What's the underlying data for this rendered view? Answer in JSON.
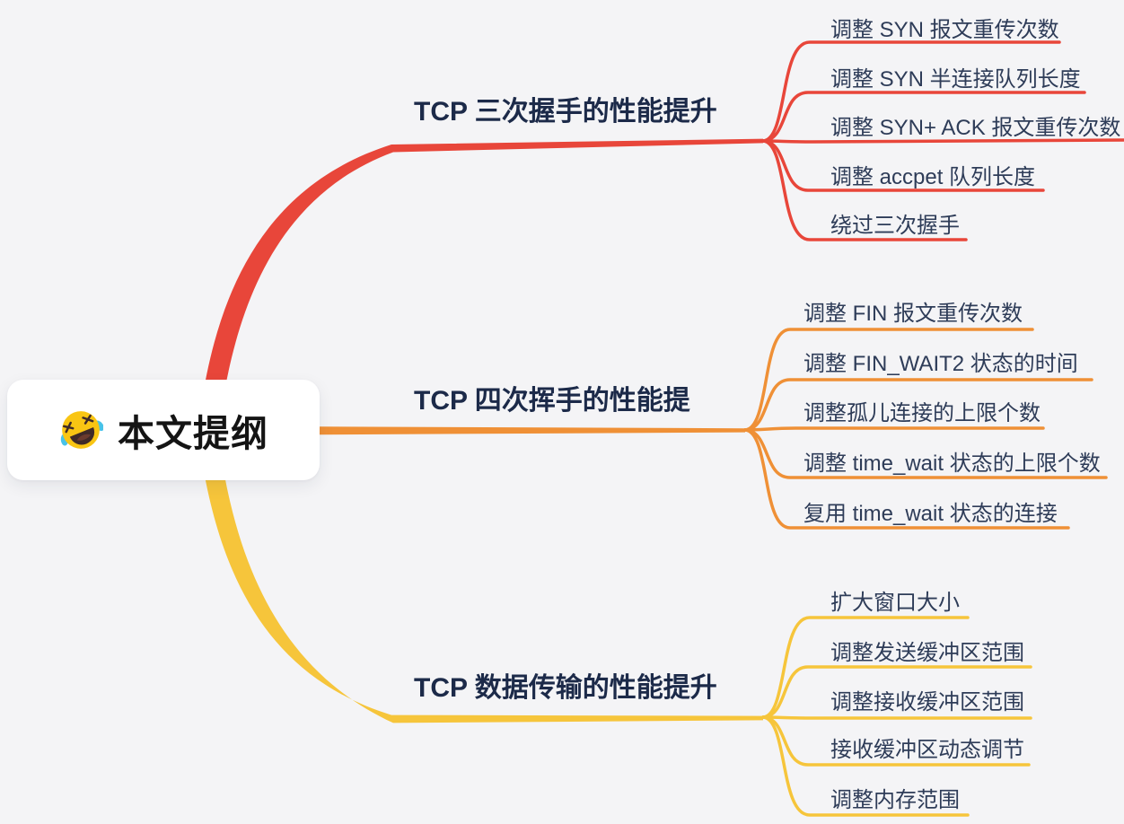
{
  "colors": {
    "bg": "#f4f4f6",
    "card-bg": "#ffffff",
    "root-text": "#141414",
    "title-color": "#1c2a49",
    "item-color": "#2e3c58"
  },
  "root": {
    "label": "本文提纲",
    "emoji": "🤣",
    "icon": "rofl-emoji"
  },
  "branches": [
    {
      "label": "TCP 三次握手的性能提升",
      "color": "#e8463a",
      "children": [
        "调整 SYN 报文重传次数",
        "调整 SYN 半连接队列长度",
        "调整 SYN+ ACK 报文重传次数",
        "调整 accpet 队列长度",
        "绕过三次握手"
      ]
    },
    {
      "label": "TCP 四次挥手的性能提",
      "color": "#ef9036",
      "children": [
        "调整 FIN 报文重传次数",
        "调整 FIN_WAIT2 状态的时间",
        "调整孤儿连接的上限个数",
        "调整 time_wait 状态的上限个数",
        "复用 time_wait 状态的连接"
      ]
    },
    {
      "label": "TCP 数据传输的性能提升",
      "color": "#f6c53b",
      "children": [
        "扩大窗口大小",
        "调整发送缓冲区范围",
        "调整接收缓冲区范围",
        "接收缓冲区动态调节",
        "调整内存范围"
      ]
    }
  ]
}
